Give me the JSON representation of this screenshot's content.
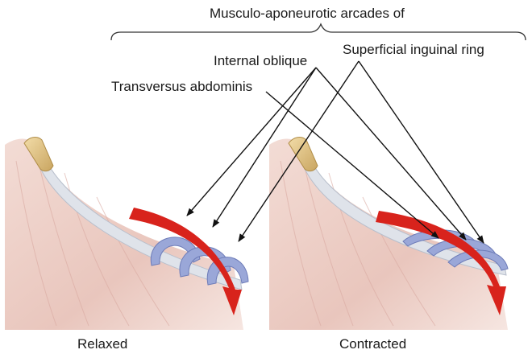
{
  "labels": {
    "title": "Musculo-aponeurotic arcades of",
    "superficial_ring": "Superficial inguinal ring",
    "internal_oblique": "Internal oblique",
    "transversus": "Transversus abdominis",
    "relaxed": "Relaxed",
    "contracted": "Contracted"
  },
  "colors": {
    "muscle_fill": "#e9c8c0",
    "aponeurosis": "#d8dde4",
    "arcade_blue": "#9aa7d8",
    "spermatic_cord_arrow": "#d8231c",
    "pubic_tubercle": "#e5c98a",
    "pointer_lines": "#111111"
  }
}
